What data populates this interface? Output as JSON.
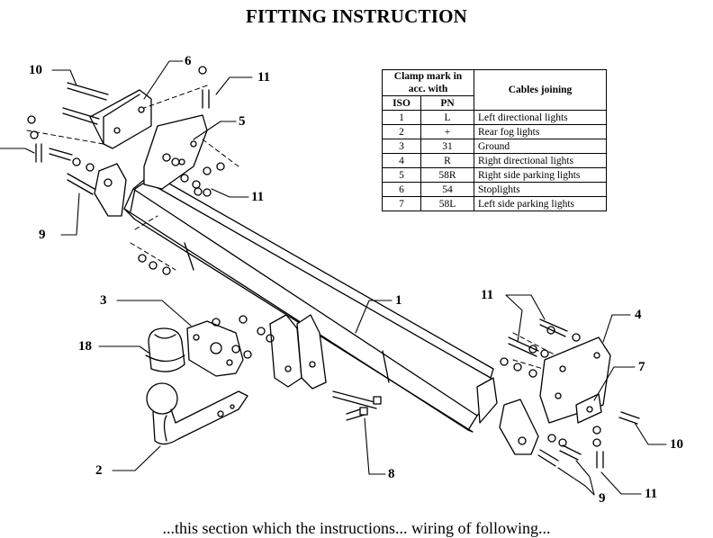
{
  "title": "FITTING INSTRUCTION",
  "table": {
    "header_clamp": "Clamp mark in acc. with",
    "header_iso": "ISO",
    "header_pn": "PN",
    "header_cables": "Cables joining",
    "rows": [
      {
        "iso": "1",
        "pn": "L",
        "cable": "Left directional lights"
      },
      {
        "iso": "2",
        "pn": "+",
        "cable": "Rear fog lights"
      },
      {
        "iso": "3",
        "pn": "31",
        "cable": "Ground"
      },
      {
        "iso": "4",
        "pn": "R",
        "cable": "Right directional lights"
      },
      {
        "iso": "5",
        "pn": "58R",
        "cable": "Right side parking lights"
      },
      {
        "iso": "6",
        "pn": "54",
        "cable": "Stoplights"
      },
      {
        "iso": "7",
        "pn": "58L",
        "cable": "Left side parking lights"
      }
    ]
  },
  "callouts": {
    "c1": "1",
    "c2": "2",
    "c3": "3",
    "c4": "4",
    "c5": "5",
    "c6": "6",
    "c7": "7",
    "c8": "8",
    "c9a": "9",
    "c9b": "9",
    "c10a": "10",
    "c10b": "10",
    "c11a": "11",
    "c11b": "11",
    "c11c": "11",
    "c11d": "11",
    "c18": "18"
  },
  "footer_text": "...this section which the instructions... wiring of following..."
}
